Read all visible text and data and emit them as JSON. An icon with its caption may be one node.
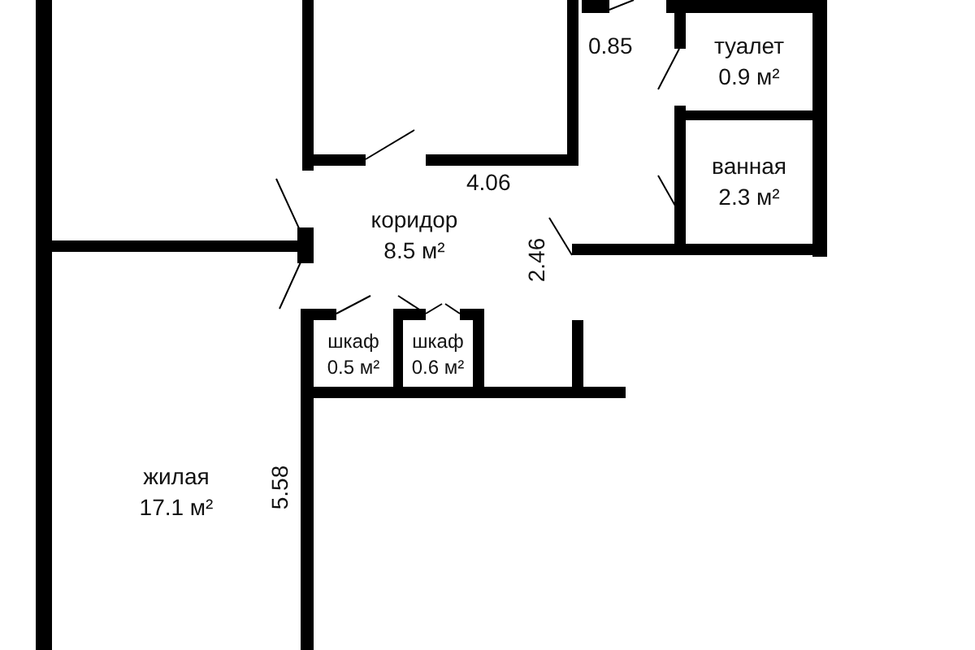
{
  "diagram": {
    "nodes": [
      {
        "text": [
          "туалет",
          "0.9 м²"
        ]
      },
      {
        "text": [
          "ванная",
          "2.3 м²"
        ]
      },
      {
        "text": [
          "коридор",
          "8.5 м²"
        ]
      },
      {
        "text": [
          "шкаф",
          "0.5 м²"
        ]
      },
      {
        "text": [
          "шкаф",
          "0.6 м²"
        ]
      },
      {
        "text": [
          "жилая",
          "17.1 м²"
        ]
      }
    ],
    "labels": [
      "0.85",
      "4.06",
      "2.46",
      "5.58"
    ]
  }
}
